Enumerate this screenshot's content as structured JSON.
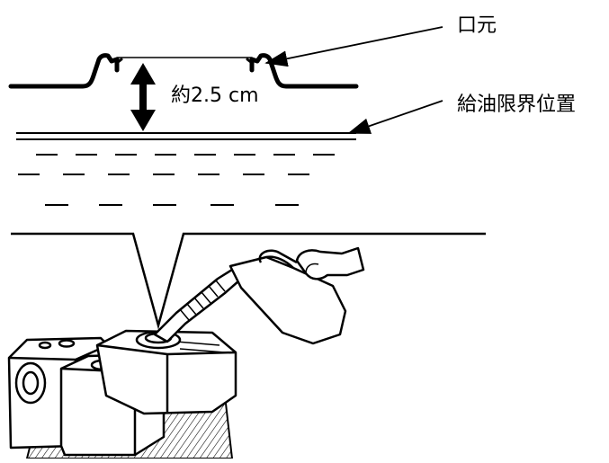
{
  "labels": {
    "filler_mouth": "口元",
    "depth": "約2.5 cm",
    "fill_limit": "給油限界位置"
  }
}
